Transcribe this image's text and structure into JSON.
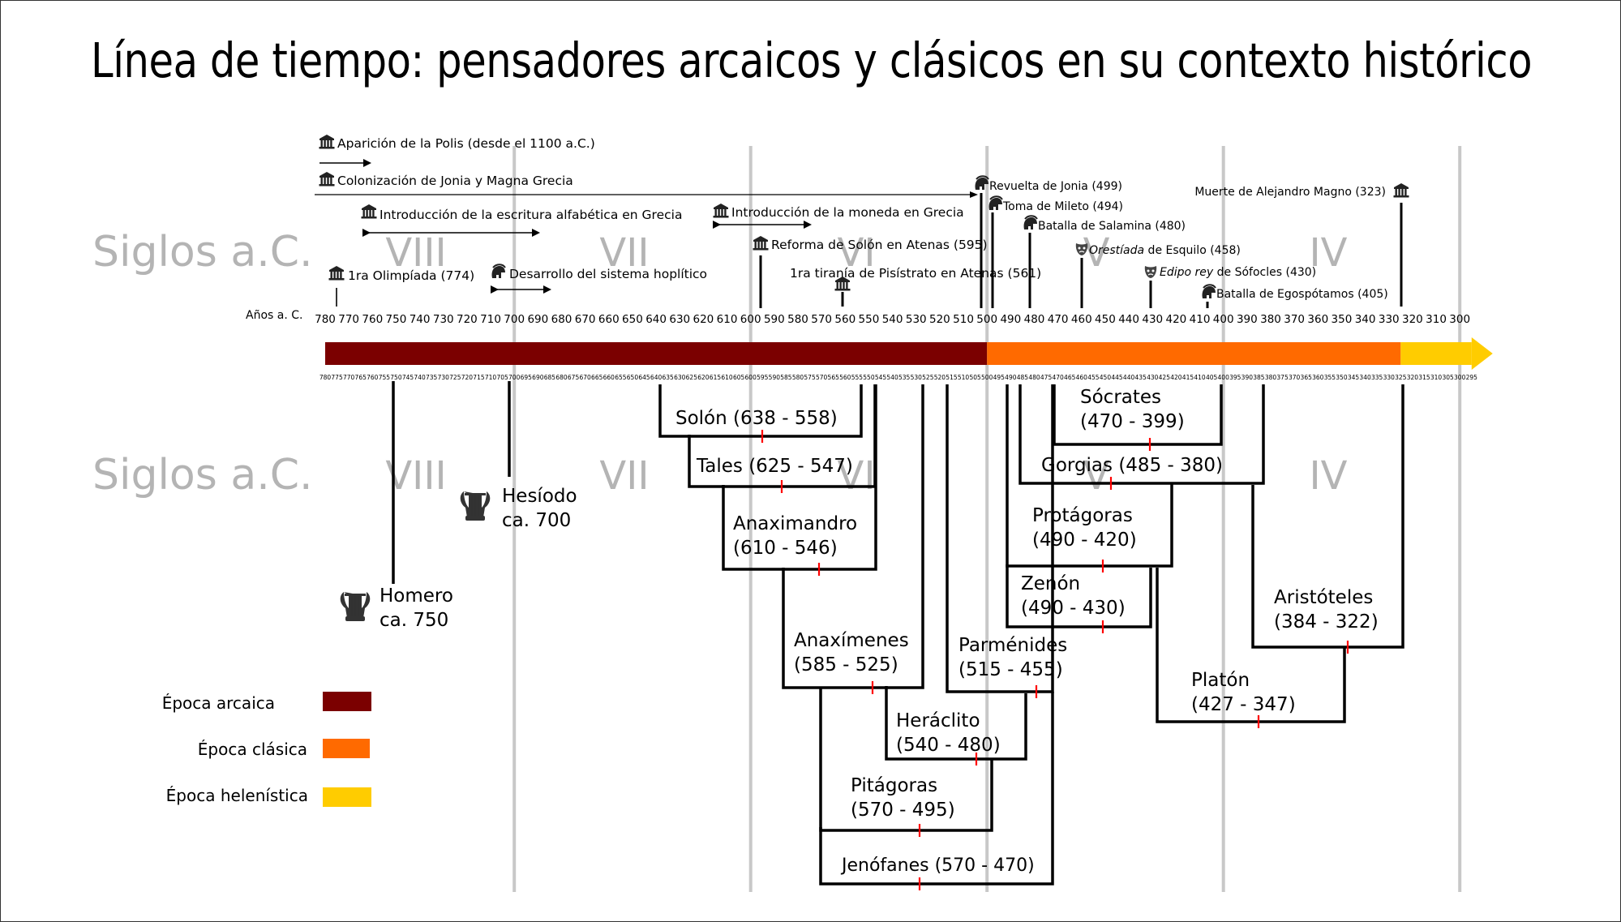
{
  "title": "Línea de tiempo: pensadores arcaicos y clásicos en su contexto histórico",
  "centuries_label": "Siglos a.C.",
  "centuries": [
    "VIII",
    "VII",
    "VI",
    "V",
    "IV"
  ],
  "axis_label": "Años a. C.",
  "major_years": [
    780,
    770,
    760,
    750,
    740,
    730,
    720,
    710,
    700,
    690,
    680,
    670,
    660,
    650,
    640,
    630,
    620,
    610,
    600,
    590,
    580,
    570,
    560,
    550,
    540,
    530,
    520,
    510,
    500,
    490,
    480,
    470,
    460,
    450,
    440,
    430,
    420,
    410,
    400,
    390,
    380,
    370,
    360,
    350,
    340,
    330,
    320,
    310,
    300
  ],
  "minor_years": [
    780,
    775,
    770,
    765,
    760,
    755,
    750,
    745,
    740,
    735,
    730,
    725,
    720,
    715,
    710,
    705,
    700,
    695,
    690,
    685,
    680,
    675,
    670,
    665,
    660,
    655,
    650,
    645,
    640,
    635,
    630,
    625,
    620,
    615,
    610,
    605,
    600,
    595,
    590,
    585,
    580,
    575,
    570,
    565,
    560,
    555,
    550,
    545,
    540,
    535,
    530,
    525,
    520,
    515,
    510,
    505,
    500,
    495,
    490,
    485,
    480,
    475,
    470,
    465,
    460,
    455,
    450,
    445,
    440,
    435,
    430,
    425,
    420,
    415,
    410,
    405,
    400,
    395,
    390,
    385,
    380,
    375,
    370,
    365,
    360,
    355,
    350,
    345,
    340,
    335,
    330,
    325,
    320,
    315,
    310,
    305,
    300,
    295
  ],
  "periods": [
    {
      "label": "Época arcaica",
      "color": "#7b0000",
      "from": 780,
      "to": 500
    },
    {
      "label": "Época clásica",
      "color": "#ff6a00",
      "from": 500,
      "to": 325
    },
    {
      "label": "Época helenística",
      "color": "#ffcc00",
      "from": 325,
      "to": 295
    }
  ],
  "events": [
    {
      "text": "Aparición de la Polis (desde el 1100 a.C.)",
      "icon": "temple-icon"
    },
    {
      "text": "Colonización de Jonia y Magna Grecia",
      "icon": "temple-icon"
    },
    {
      "text": "Introducción de la escritura alfabética en Grecia",
      "icon": "temple-icon"
    },
    {
      "text": "1ra Olimpíada (774)",
      "icon": "temple-icon"
    },
    {
      "text": "Desarrollo del sistema hoplítico",
      "icon": "helmet-icon"
    },
    {
      "text": "Introducción de la moneda en Grecia",
      "icon": "temple-icon"
    },
    {
      "text": "Reforma de Solón en Atenas (595)",
      "icon": "temple-icon"
    },
    {
      "text": "1ra tiranía de Pisístrato en Atenas (561)",
      "icon": "temple-icon"
    },
    {
      "text": "Revuelta de Jonia (499)",
      "icon": "helmet-icon"
    },
    {
      "text": "Toma de Mileto (494)",
      "icon": "helmet-icon"
    },
    {
      "text": "Batalla de Salamina (480)",
      "icon": "helmet-icon"
    },
    {
      "text": "Orestíada",
      "text2": " de Esquilo  (458)",
      "icon": "mask-icon"
    },
    {
      "text": "Edipo rey",
      "text2": " de Sófocles (430)",
      "icon": "mask-icon"
    },
    {
      "text": "Batalla de Egospótamos (405)",
      "icon": "helmet-icon"
    },
    {
      "text": "Muerte de Alejandro Magno (323)",
      "icon": "temple-icon"
    }
  ],
  "thinkers": [
    {
      "name": "Homero",
      "dates": "ca. 750",
      "icon": "lyre-icon"
    },
    {
      "name": "Hesíodo",
      "dates": "ca. 700",
      "icon": "lyre-icon"
    },
    {
      "name": "Solón",
      "dates": "(638 - 558)"
    },
    {
      "name": "Tales",
      "dates": "(625 - 547)"
    },
    {
      "name": "Anaximandro",
      "dates": "(610 - 546)"
    },
    {
      "name": "Anaxímenes",
      "dates": "(585 - 525)"
    },
    {
      "name": "Heráclito",
      "dates": "(540 - 480)"
    },
    {
      "name": "Pitágoras",
      "dates": "(570 - 495)"
    },
    {
      "name": "Jenófanes",
      "dates": "(570 - 470)"
    },
    {
      "name": "Parménides",
      "dates": "(515 - 455)"
    },
    {
      "name": "Zenón",
      "dates": "(490 - 430)"
    },
    {
      "name": "Protágoras",
      "dates": "(490 - 420)"
    },
    {
      "name": "Gorgias",
      "dates": "(485 - 380)"
    },
    {
      "name": "Sócrates",
      "dates": "(470 - 399)"
    },
    {
      "name": "Platón",
      "dates": "(427 - 347)"
    },
    {
      "name": "Aristóteles",
      "dates": "(384 - 322)"
    }
  ],
  "colors": {
    "line": "#000000",
    "midmark": "#ff0000",
    "gridline": "#c8c8c8",
    "century_text": "#b4b4b4"
  }
}
